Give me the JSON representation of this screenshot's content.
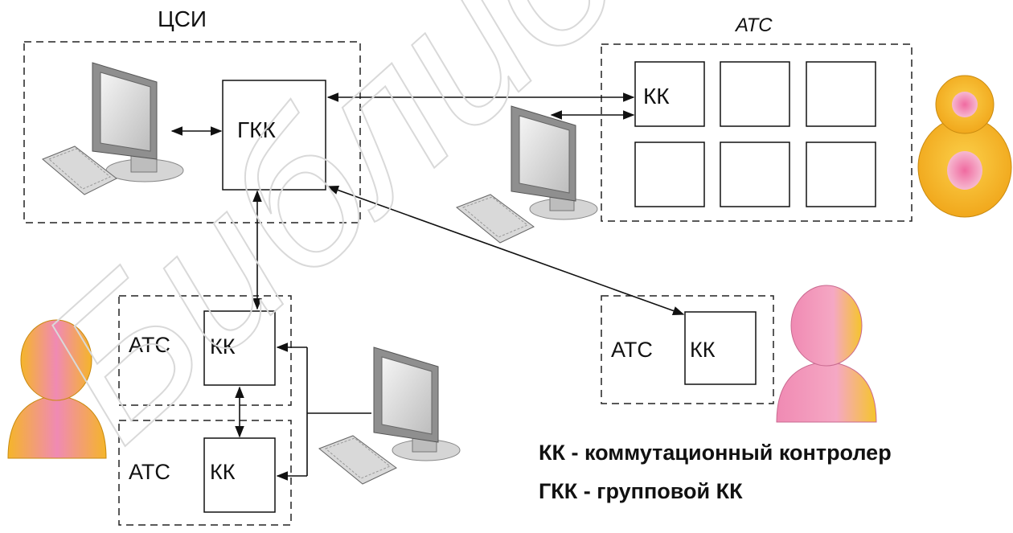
{
  "diagram": {
    "csi_label": "ЦСИ",
    "gkk_label": "ГКК",
    "atc_top_label": "АТС",
    "kk_top_label": "КК",
    "atc_left1_label": "АТС",
    "kk_left1_label": "КК",
    "atc_left2_label": "АТС",
    "kk_left2_label": "КК",
    "atc_right_label": "АТС",
    "kk_right_label": "КК"
  },
  "legend": {
    "line1": "КК - коммутационный контролер",
    "line2": "ГКК - групповой КК"
  },
  "watermark": {
    "text": "Библиотека"
  },
  "colors": {
    "person_orange": "#f5b52a",
    "person_pink": "#f08ab3",
    "monitor_gray": "#9a9a9a",
    "line": "#111111"
  }
}
